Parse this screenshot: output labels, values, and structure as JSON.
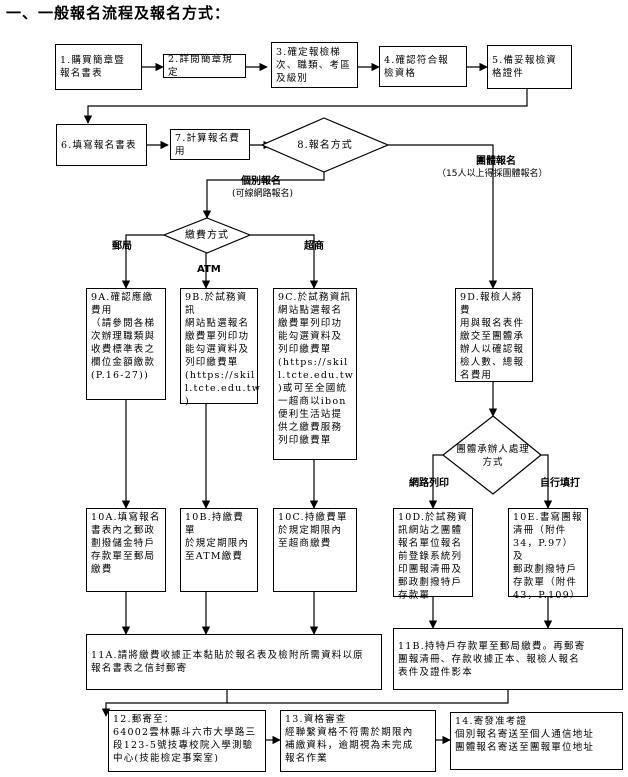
{
  "header": {
    "title": "一、一般報名流程及報名方式："
  },
  "steps": {
    "s1": "1.購買簡章暨\n報名書表",
    "s2": "2.詳閱簡章規定",
    "s3": "3.確定報檢梯\n次、職類、考區\n及級別",
    "s4": "4.確認符合報\n檢資格",
    "s5": "5.備妥報檢資\n格證件",
    "s6": "6.填寫報名書表",
    "s7": "7.計算報名費用",
    "s8": "8.報名方式",
    "fee": "繳費方式",
    "s9a": "9A.確認應繳\n費用\n（請參閱各梯\n次辦理職類與\n收費標準表之\n欄位金額繳款\n(P.16-27))",
    "s9b": "9B.於試務資訊\n網站點選報名\n繳費單列印功\n能勾選資料及\n列印繳費單\n(https://skil\nl.tcte.edu.tw\n)",
    "s9c": "9C.於試務資訊\n網站點選報名\n繳費單列印功\n能勾選資料及\n列印繳費單\n(https://skil\nl.tcte.edu.tw\n)或可至全國統\n一超商以ibon\n便利生活站提\n供之繳費服務\n列印繳費單",
    "s9d": "9D.報檢人將費\n用與報名表件\n繳交至團體承\n辦人以確認報\n檢人數、總報\n名費用",
    "group_proc": "團體承辦人處理\n方式",
    "s10a": "10A.填寫報名\n書表內之郵政\n劃撥儲金特戶\n存款單至郵局\n繳費",
    "s10b": "10B.持繳費單\n於規定期限內\n至ATM繳費",
    "s10c": "10C.持繳費單\n於規定期限內\n至超商繳費",
    "s10d": "10D.於試務資\n訊網站之團體\n報名單位報名\n前登錄系統列\n印團報清冊及\n郵政劃撥特戶\n存款單",
    "s10e": "10E.書寫團報\n清冊（附件\n34，P.97）及\n郵政劃撥特戶\n存款單（附件\n43，P.109）",
    "s11a": "11A.請將繳費收據正本黏貼於報名表及檢附所需資料以原\n報名書表之信封郵寄",
    "s11b": "11B.持特戶存款單至郵局繳費。再郵寄\n團報清冊、存款收據正本、報檢人報名\n表件及證件影本",
    "s12": "12.郵寄至：\n64002雲林縣斗六市大學路三\n段123-5號技專校院入學測驗\n中心(技能檢定事案室)",
    "s13": "13.資格審查\n經聯繫資格不符需於期限內\n補繳資料，逾期視為未完成\n報名作業",
    "s14": "14.寄發准考證\n個別報名寄送至個人通信地址\n團體報名寄送至團報單位地址"
  },
  "labels": {
    "individual": "個別報名",
    "individual_note": "(可線網路報名)",
    "group": "團體報名",
    "group_note": "（15人以上得採團體報名）",
    "post": "郵局",
    "atm": "ATM",
    "store": "超商",
    "online_print": "網路列印",
    "self_fill": "自行填打"
  }
}
